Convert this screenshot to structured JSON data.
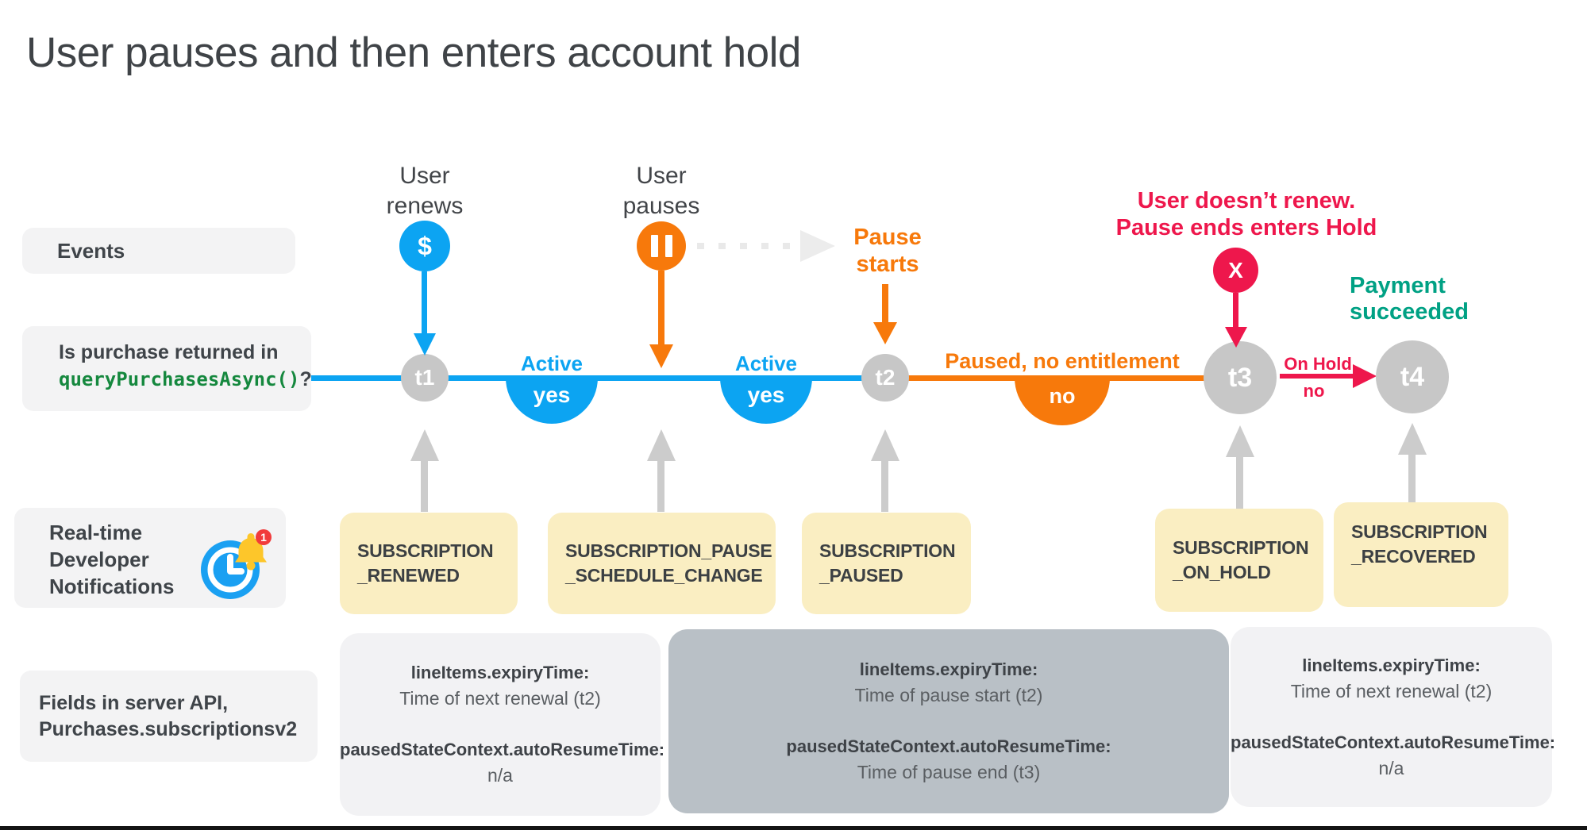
{
  "title": "User pauses and then enters account hold",
  "colors": {
    "blue": "#0ca4f2",
    "orange": "#f7790b",
    "red": "#ee174c",
    "teal": "#00a184",
    "node_gray": "#c7c7c7",
    "cream": "#faeec2",
    "field_dark": "#b9c0c6",
    "code_green": "#15883e"
  },
  "sidebar": {
    "events_label": "Events",
    "purchase_question": {
      "line1": "Is purchase returned in",
      "code": "queryPurchasesAsync()",
      "suffix": "?"
    },
    "rtdn_label": {
      "line1": "Real-time",
      "line2": "Developer",
      "line3": "Notifications",
      "badge": "1"
    },
    "fields_label": {
      "line1": "Fields in server API,",
      "line2": "Purchases.subscriptionsv2"
    }
  },
  "events": {
    "user_renews": {
      "line1": "User",
      "line2": "renews",
      "icon": "$"
    },
    "user_pauses": {
      "line1": "User",
      "line2": "pauses"
    },
    "pause_starts": {
      "line1": "Pause",
      "line2": "starts"
    },
    "user_doesnt_renew": {
      "line1": "User doesn’t renew.",
      "line2": "Pause ends enters Hold",
      "icon": "X"
    },
    "payment_succeeded": {
      "line1": "Payment",
      "line2": "succeeded"
    }
  },
  "timeline": {
    "nodes": [
      {
        "label": "t1"
      },
      {
        "label": "t2"
      },
      {
        "label": "t3"
      },
      {
        "label": "t4"
      }
    ],
    "states": [
      {
        "label": "Active",
        "answer": "yes"
      },
      {
        "label": "Active",
        "answer": "yes"
      },
      {
        "label": "Paused, no entitlement",
        "answer": "no"
      },
      {
        "label": "On Hold",
        "answer": "no"
      }
    ]
  },
  "rtdn_boxes": [
    {
      "line1": "SUBSCRIPTION",
      "line2": "_RENEWED"
    },
    {
      "line1": "SUBSCRIPTION_PAUSE",
      "line2": "_SCHEDULE_CHANGE"
    },
    {
      "line1": "SUBSCRIPTION",
      "line2": "_PAUSED"
    },
    {
      "line1": "SUBSCRIPTION",
      "line2": "_ON_HOLD"
    },
    {
      "line1": "SUBSCRIPTION",
      "line2": "_RECOVERED"
    }
  ],
  "field_boxes": [
    {
      "field1": "lineItems.expiryTime:",
      "value1": "Time of next renewal (t2)",
      "field2": "pausedStateContext.autoResumeTime:",
      "value2": "n/a"
    },
    {
      "field1": "lineItems.expiryTime:",
      "value1": "Time of pause start (t2)",
      "field2": "pausedStateContext.autoResumeTime:",
      "value2": "Time of pause end (t3)"
    },
    {
      "field1": "lineItems.expiryTime:",
      "value1": "Time of next renewal (t2)",
      "field2": "pausedStateContext.autoResumeTime:",
      "value2": "n/a"
    }
  ]
}
